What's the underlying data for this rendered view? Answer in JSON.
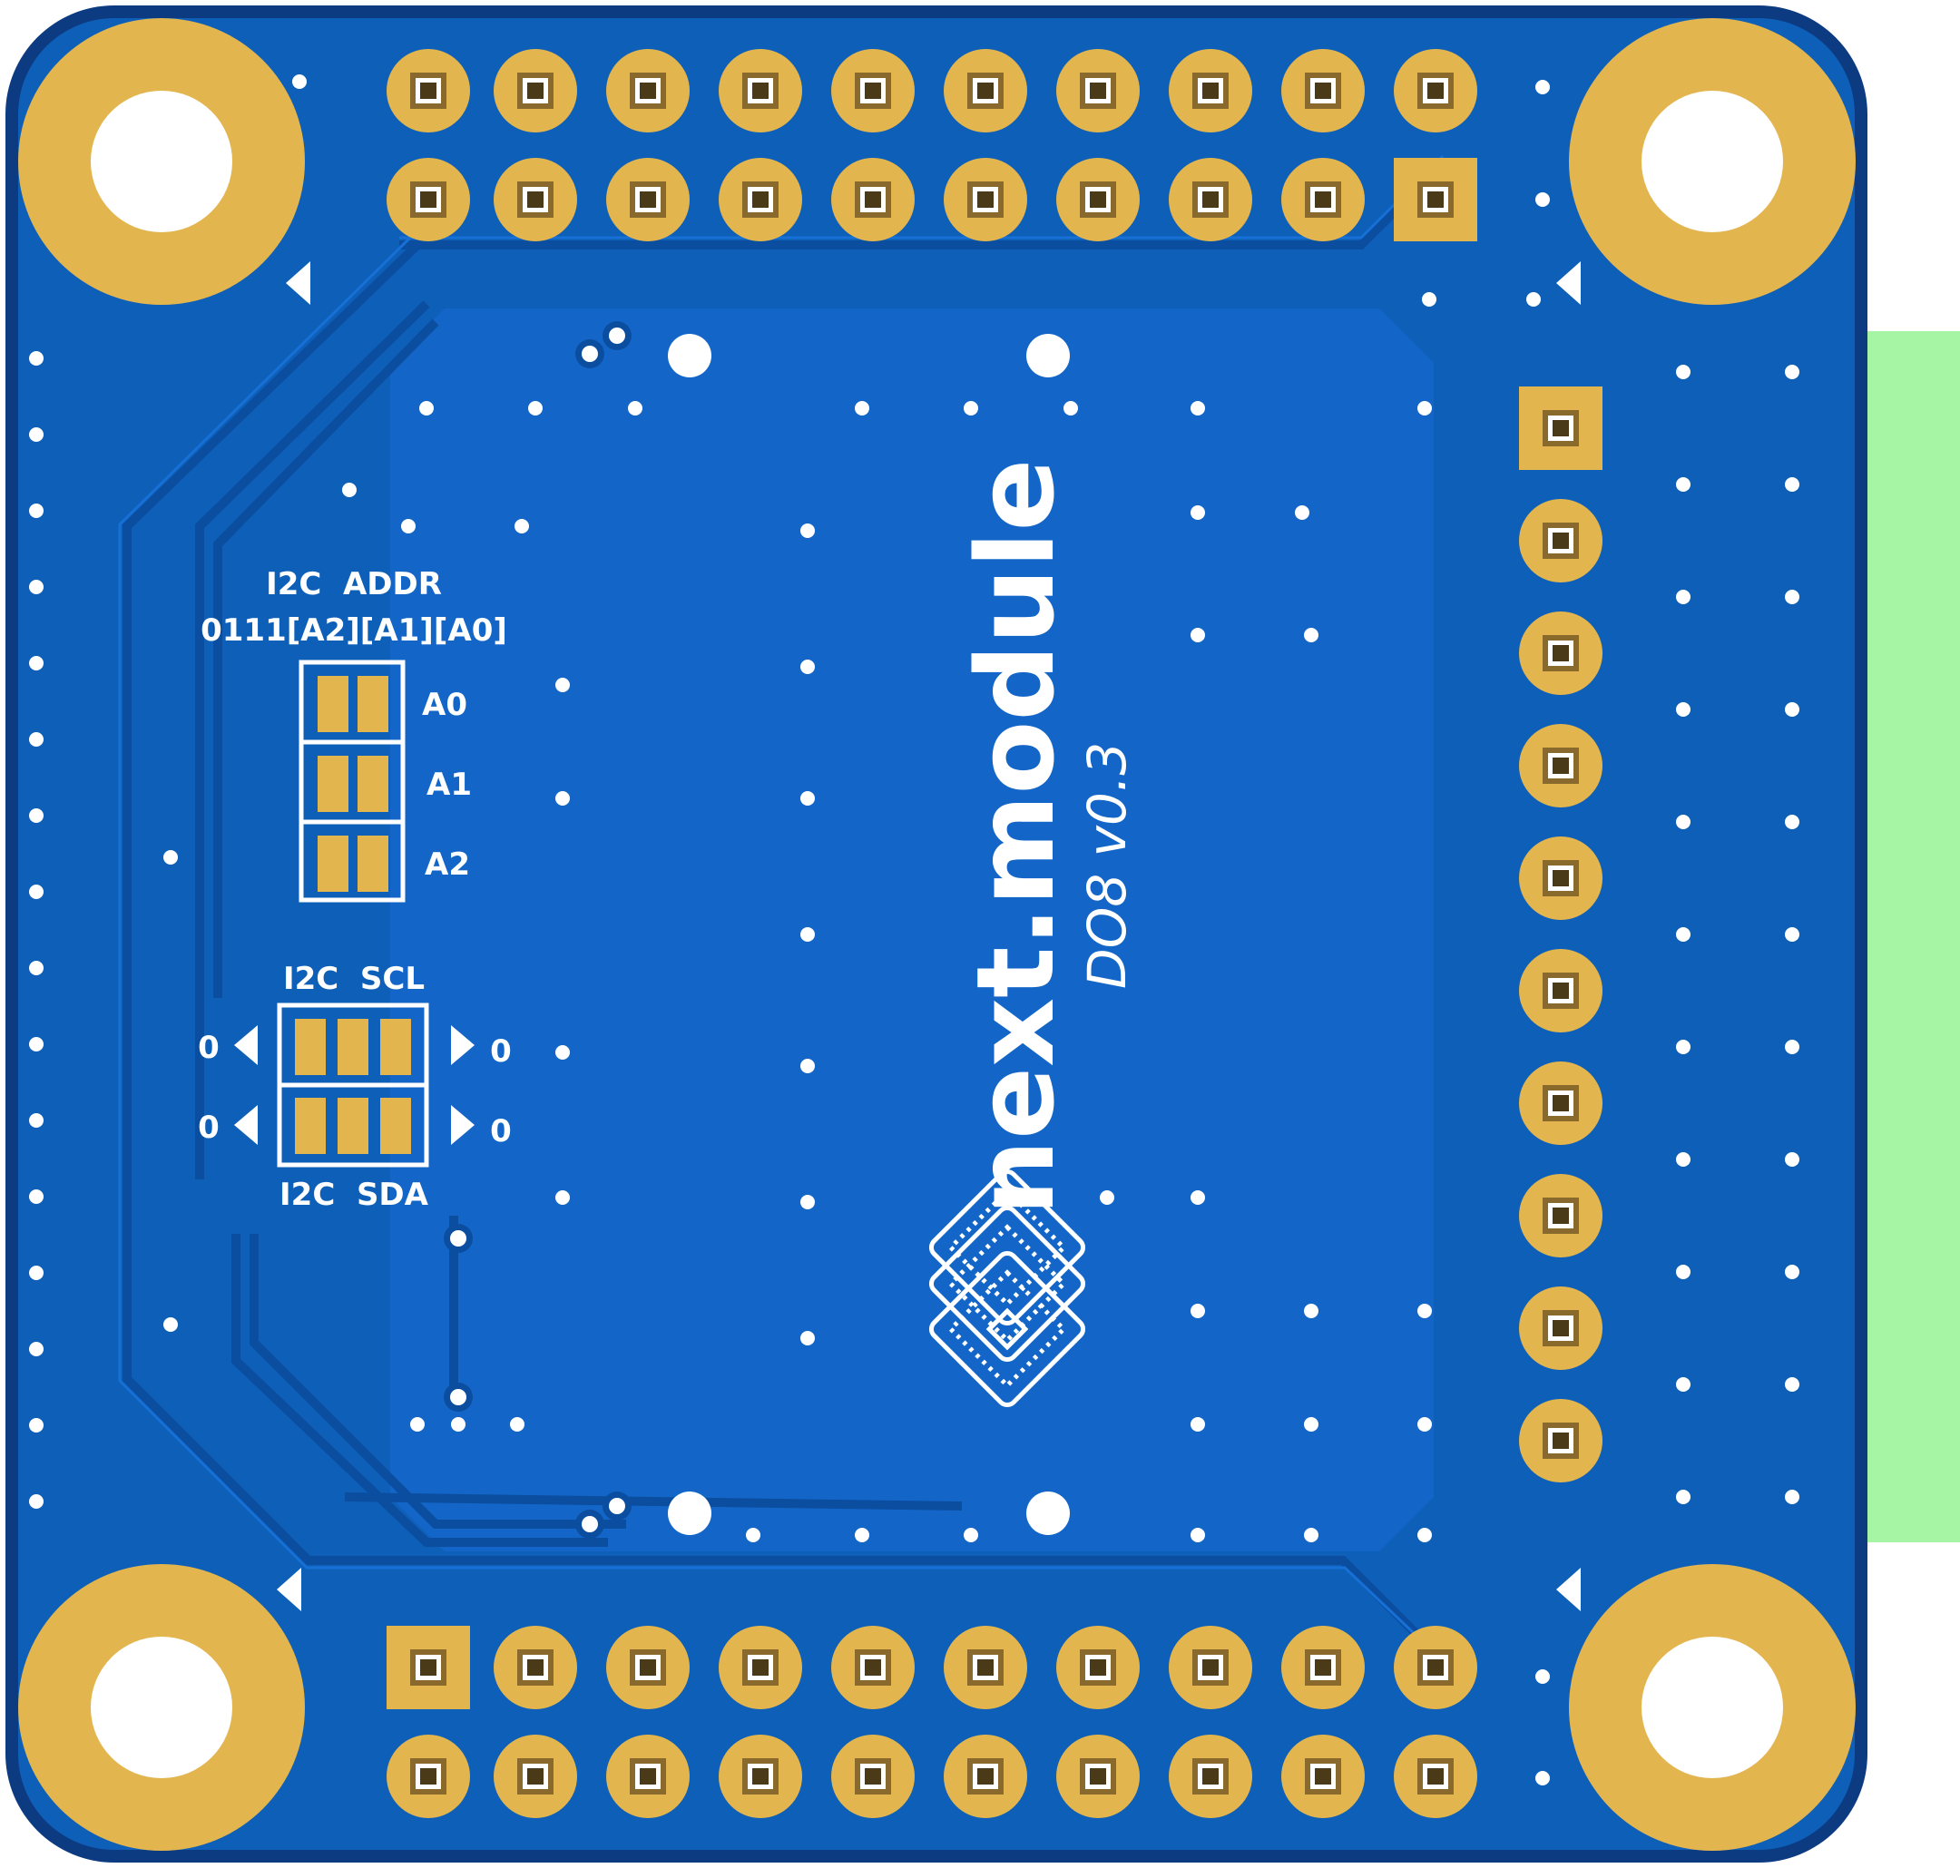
{
  "board": {
    "brand": "next.module",
    "model": "DO8 v0.3"
  },
  "silkscreen": {
    "addr_title": "I2C  ADDR",
    "addr_pattern": "0111[A2][A1][A0]",
    "jumper_a0": "A0",
    "jumper_a1": "A1",
    "jumper_a2": "A2",
    "scl_label": "I2C  SCL",
    "sda_label": "I2C  SDA",
    "scl_left": "0",
    "scl_right": "0",
    "sda_left": "0",
    "sda_right": "0"
  },
  "colors": {
    "mask_outer": "#0d3b82",
    "mask_main": "#0d5fb8",
    "mask_center": "#1366c8",
    "copper": "#e3b54f",
    "pad_inner": "#8a6a2c",
    "silk": "#ffffff",
    "connector": "#a5f5a5"
  },
  "icons": {
    "logo": "stacked-modules-logo-icon",
    "pin1": "pin1-triangle-icon"
  }
}
